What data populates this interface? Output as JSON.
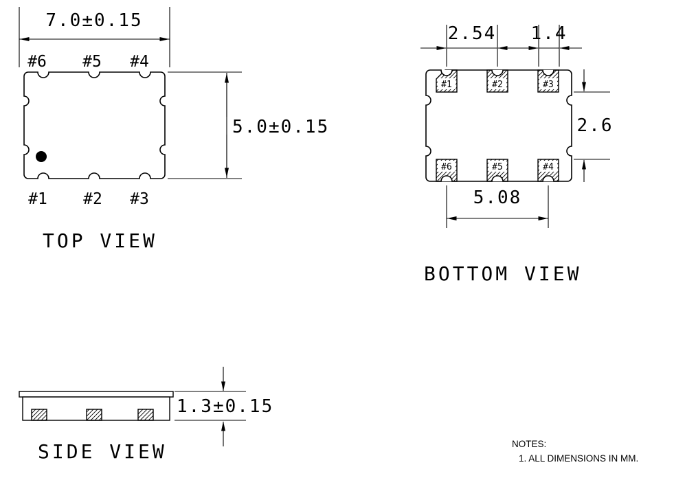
{
  "top_view": {
    "title": "TOP VIEW",
    "dim_width": "7.0±0.15",
    "dim_height": "5.0±0.15",
    "pins_top": [
      "#6",
      "#5",
      "#4"
    ],
    "pins_bottom": [
      "#1",
      "#2",
      "#3"
    ]
  },
  "bottom_view": {
    "title": "BOTTOM VIEW",
    "dim_pitch": "2.54",
    "dim_pad_width": "1.4",
    "dim_pad_gap": "2.6",
    "dim_outer_pitch": "5.08",
    "pads_top": [
      "#1",
      "#2",
      "#3"
    ],
    "pads_bottom": [
      "#6",
      "#5",
      "#4"
    ]
  },
  "side_view": {
    "title": "SIDE VIEW",
    "dim_thickness": "1.3±0.15"
  },
  "notes": {
    "heading": "NOTES:",
    "items": [
      "1. ALL DIMENSIONS IN MM."
    ]
  },
  "colors": {
    "line": "#000000",
    "background": "#ffffff",
    "pin1_marker": "#000000"
  }
}
